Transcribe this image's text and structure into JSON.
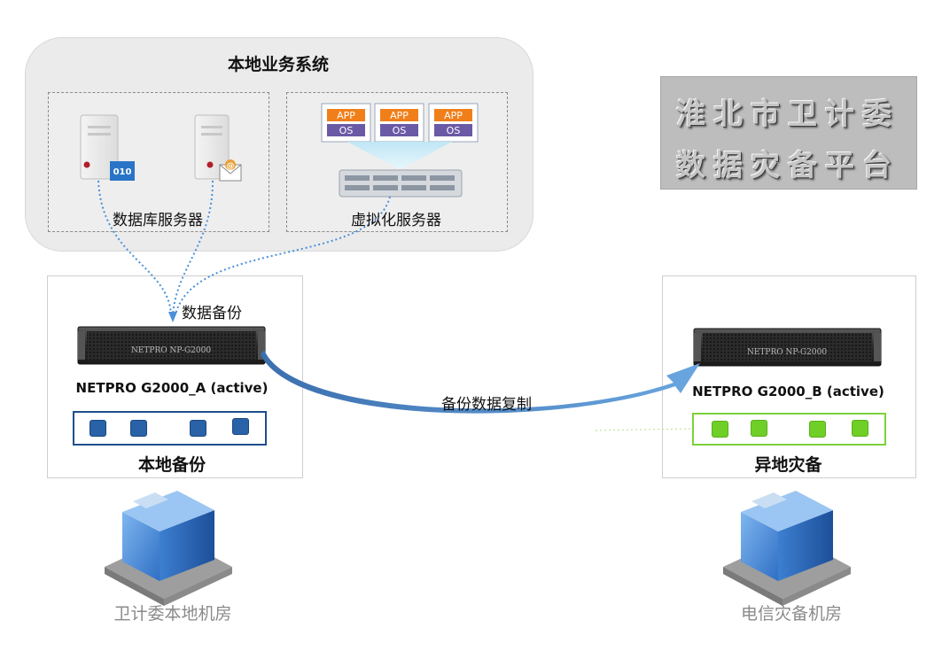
{
  "top_region": {
    "title": "本地业务系统",
    "db_servers_label": "数据库服务器",
    "virtual_servers_label": "虚拟化服务器",
    "db_badge": "010",
    "mail_badge": "@",
    "vm_app_label": "APP",
    "vm_os_label": "OS"
  },
  "title_plate": {
    "line1": "淮北市卫计委",
    "line2": "数据灾备平台"
  },
  "local_site": {
    "device_label": "NETPRO G2000_A (active)",
    "chassis_text": "NETPRO NP-G2000",
    "panel_title": "本地备份",
    "room_label": "卫计委本地机房"
  },
  "remote_site": {
    "device_label": "NETPRO G2000_B (active)",
    "chassis_text": "NETPRO NP-G2000",
    "panel_title": "异地灾备",
    "room_label": "电信灾备机房"
  },
  "edges": {
    "backup_label": "数据备份",
    "replication_label": "备份数据复制"
  },
  "colors": {
    "local_accent": "#1f4f8a",
    "remote_accent": "#7ed13a",
    "arrow": "#4a86c8",
    "dotted_link": "#4a90d9"
  }
}
